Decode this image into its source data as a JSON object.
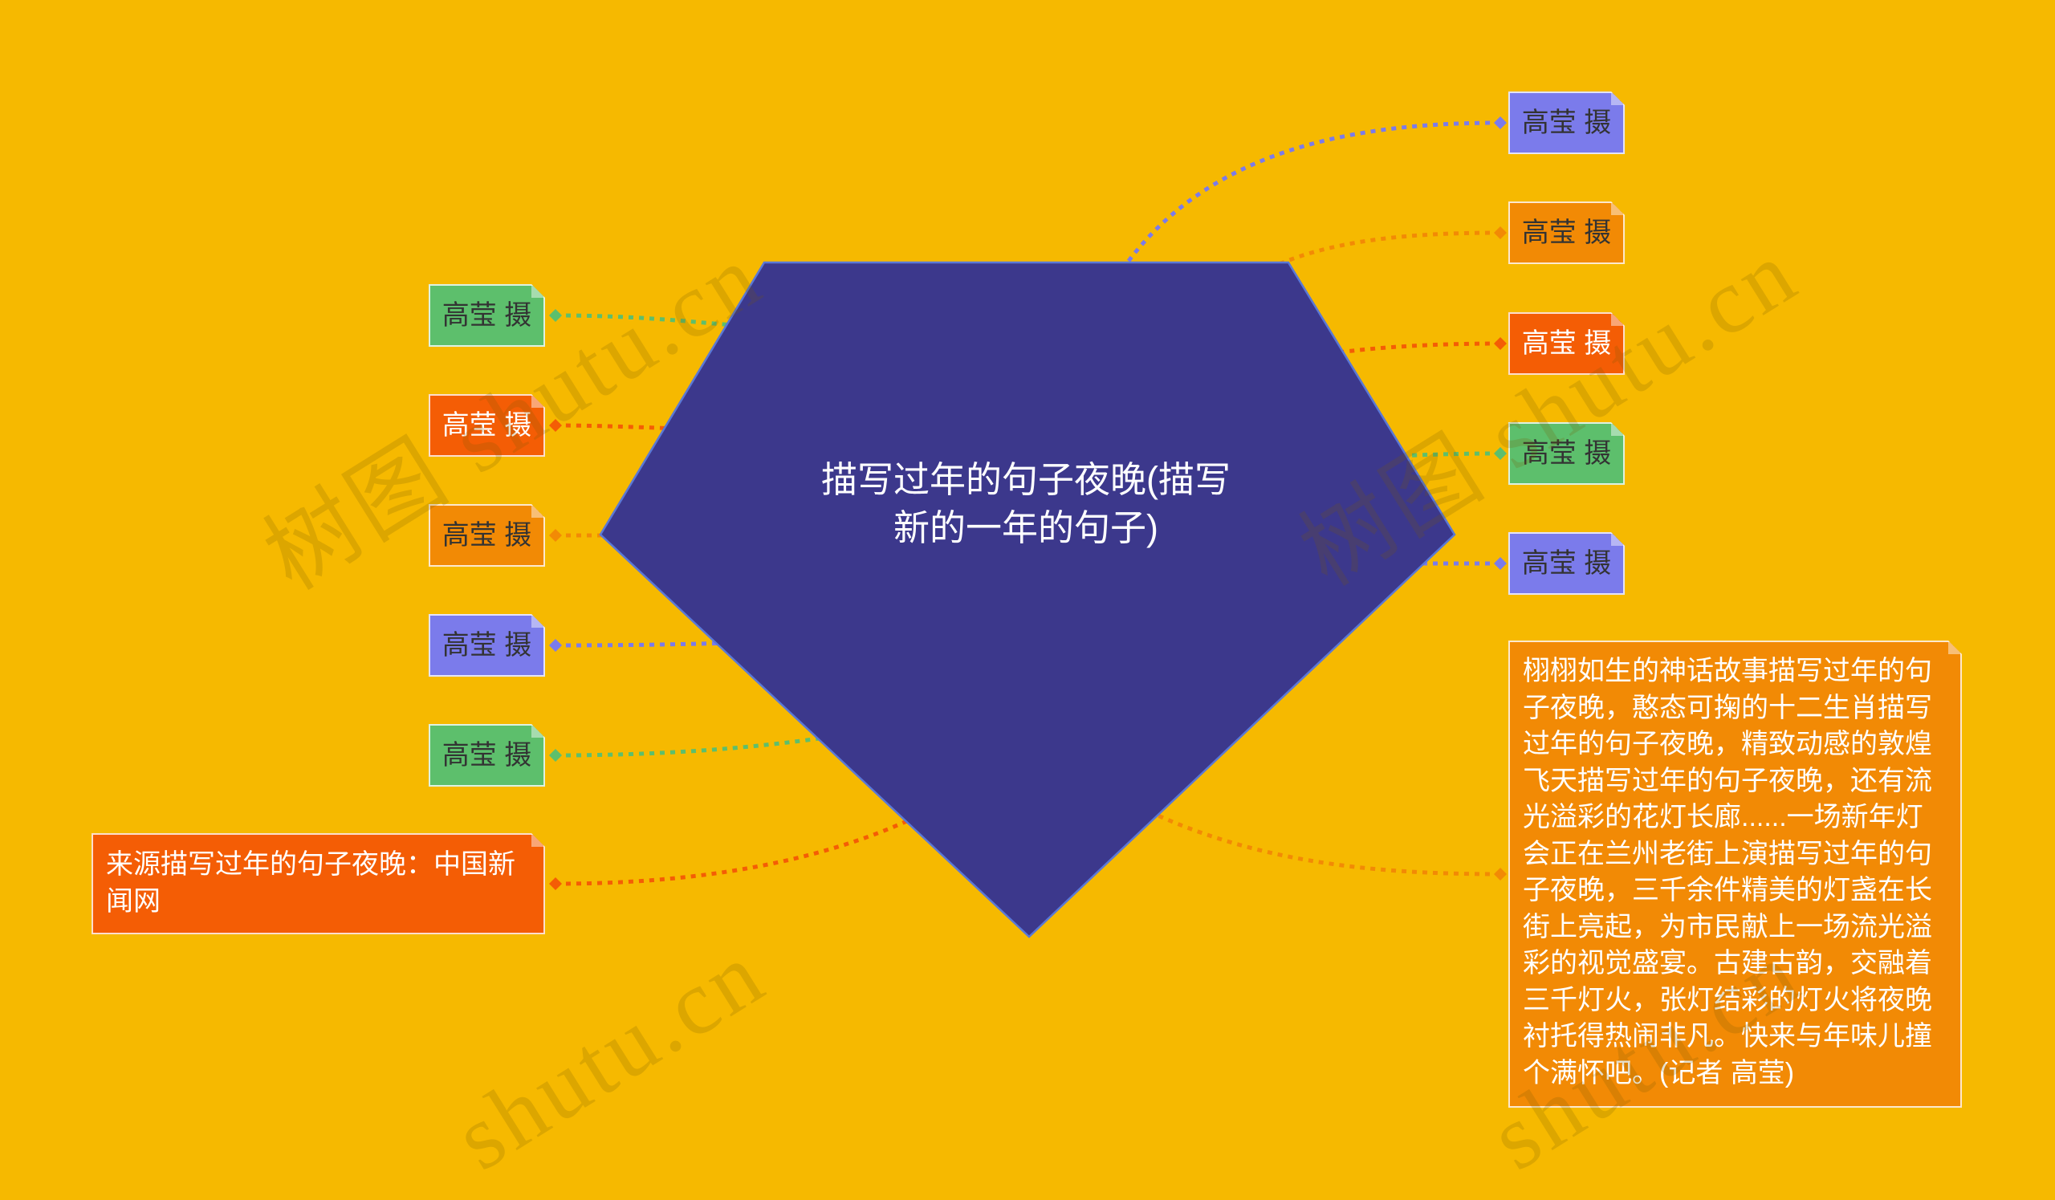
{
  "canvas": {
    "background": "#F6B900"
  },
  "center": {
    "text": "描写过年的句子夜晚(描写新的一年的句子)",
    "color": "#3C388C",
    "text_color": "#FFFFFF"
  },
  "left_nodes": [
    {
      "text": "高莹 摄",
      "color": "#5DBF6C",
      "text_color": "#333333"
    },
    {
      "text": "高莹 摄",
      "color": "#F45D05",
      "text_color": "#FFFFFF"
    },
    {
      "text": "高莹 摄",
      "color": "#F28A05",
      "text_color": "#333333"
    },
    {
      "text": "高莹 摄",
      "color": "#7B7BEB",
      "text_color": "#333333"
    },
    {
      "text": "高莹 摄",
      "color": "#5DBF6C",
      "text_color": "#333333"
    },
    {
      "text": "来源描写过年的句子夜晚：中国新闻网",
      "color": "#F45D05",
      "text_color": "#FFFFFF"
    }
  ],
  "right_nodes": [
    {
      "text": "高莹 摄",
      "color": "#7B7BEB",
      "text_color": "#333333"
    },
    {
      "text": "高莹 摄",
      "color": "#F28A05",
      "text_color": "#333333"
    },
    {
      "text": "高莹 摄",
      "color": "#F45D05",
      "text_color": "#FFFFFF"
    },
    {
      "text": "高莹 摄",
      "color": "#5DBF6C",
      "text_color": "#333333"
    },
    {
      "text": "高莹 摄",
      "color": "#7B7BEB",
      "text_color": "#333333"
    },
    {
      "text": "栩栩如生的神话故事描写过年的句子夜晚，憨态可掬的十二生肖描写过年的句子夜晚，精致动感的敦煌飞天描写过年的句子夜晚，还有流光溢彩的花灯长廊......一场新年灯会正在兰州老街上演描写过年的句子夜晚，三千余件精美的灯盏在长街上亮起，为市民献上一场流光溢彩的视觉盛宴。古建古韵，交融着三千灯火，张灯结彩的灯火将夜晚衬托得热闹非凡。快来与年味儿撞个满怀吧。(记者 高莹)",
      "color": "#F28A05",
      "text_color": "#FFFFFF"
    }
  ],
  "watermark": {
    "texts": [
      "树图 shutu.cn",
      "树图 shutu.cn",
      "shutu.cn",
      "shutu.cn"
    ],
    "color": "#7A5A00"
  }
}
